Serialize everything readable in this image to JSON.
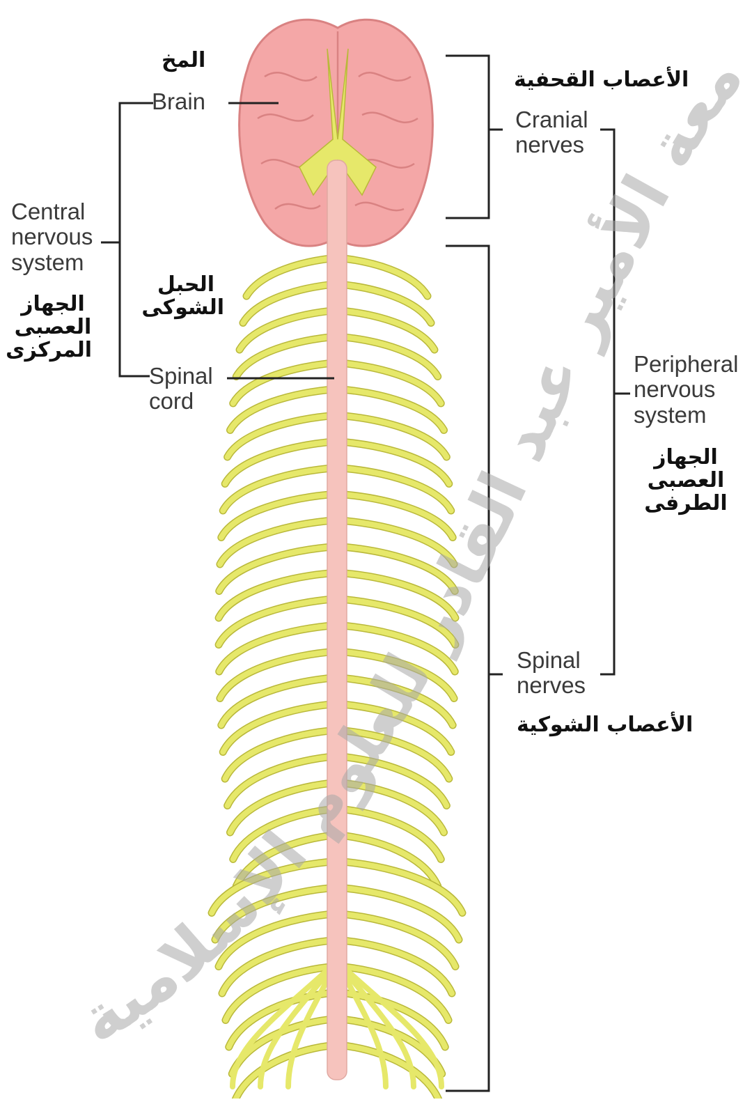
{
  "labels": {
    "brain_ar": "المخ",
    "brain_en": "Brain",
    "cns_en": "Central\nnervous\nsystem",
    "cns_ar": "الجهاز\nالعصبى\nالمركزى",
    "spinal_cord_ar": "الحبل\nالشوكى",
    "spinal_cord_en": "Spinal\ncord",
    "cranial_ar": "الأعصاب القحفية",
    "cranial_en": "Cranial\nnerves",
    "pns_en": "Peripheral\nnervous\nsystem",
    "pns_ar": "الجهاز\nالعصبى\nالطرفى",
    "spinal_nerves_en": "Spinal\nnerves",
    "spinal_nerves_ar": "الأعصاب الشوكية"
  },
  "watermark": "جامعة الأمير عبد القادر للعلوم الإسلامية",
  "colors": {
    "brain": "#f4a7a7",
    "brain_outline": "#d98282",
    "cord": "#f6c3bd",
    "nerves": "#e6e86a",
    "nerve_outline": "#b9b83a",
    "bracket": "#222222",
    "watermark": "#a8a8a8"
  }
}
